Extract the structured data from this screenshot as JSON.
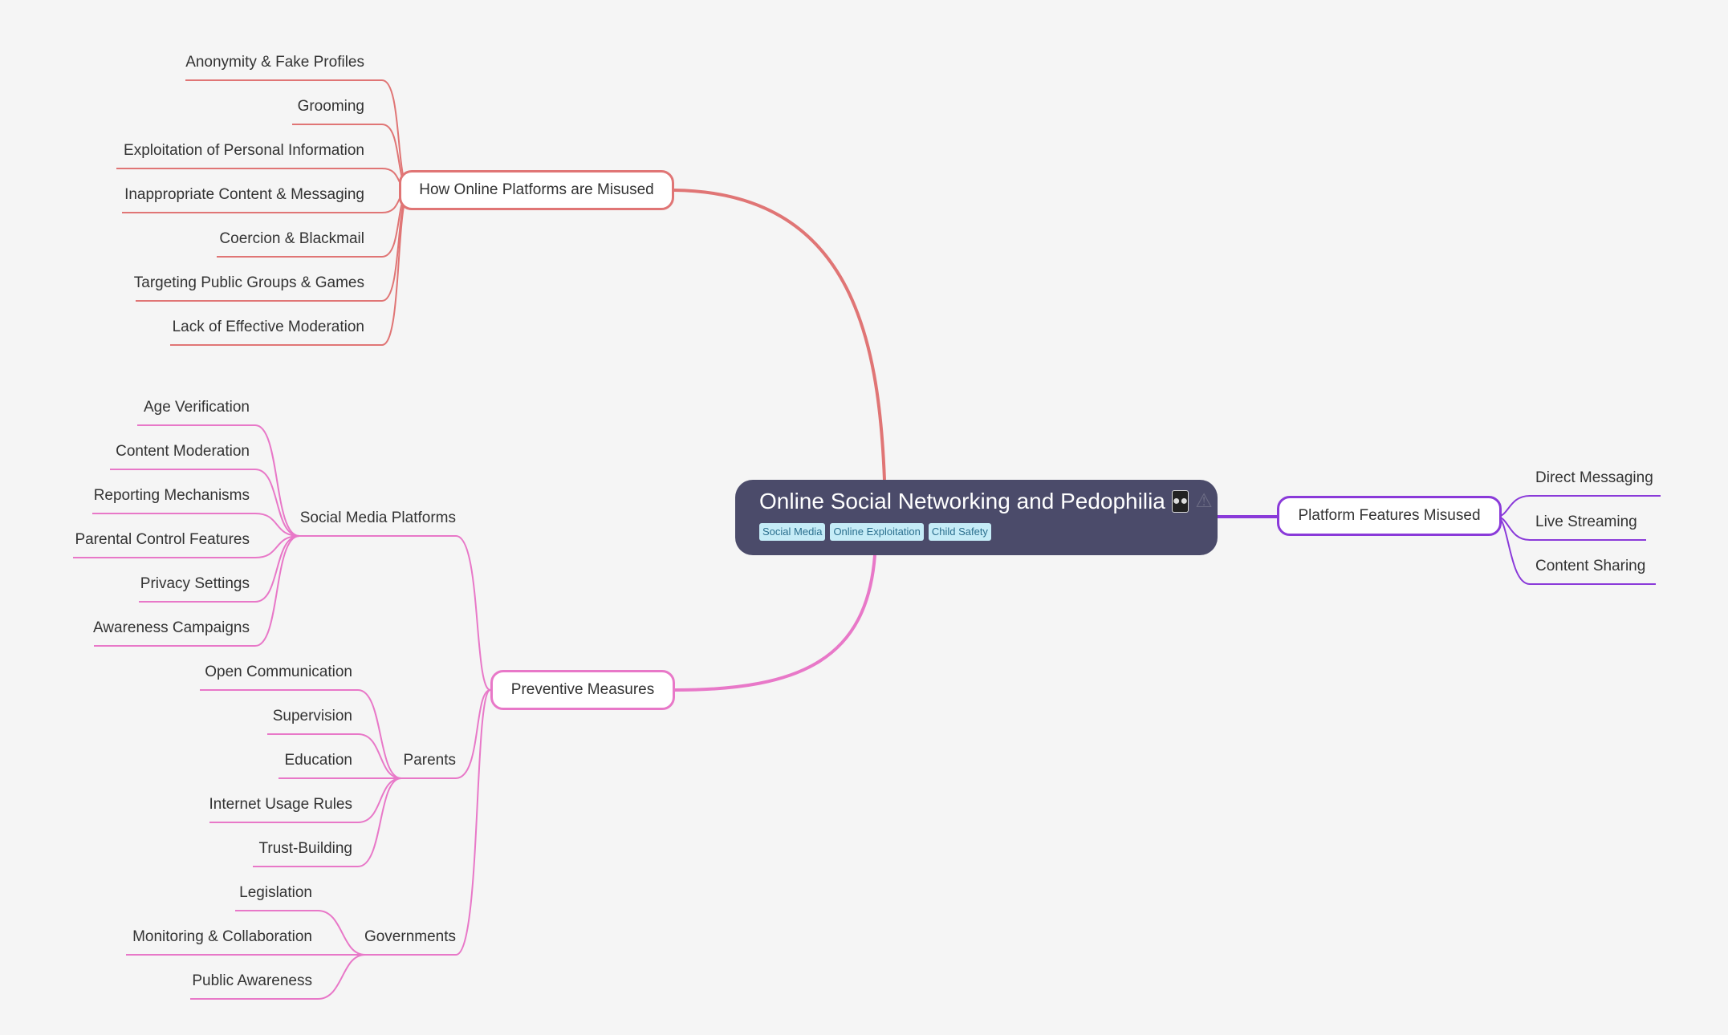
{
  "central": {
    "title": "Online Social Networking and Pedophilia",
    "icons": [
      "family-emoji-icon",
      "warning-emoji-icon"
    ],
    "tags": [
      "Social Media",
      "Online Exploitation",
      "Child Safety"
    ]
  },
  "colors": {
    "misuse": "#e07575",
    "preventive": "#e878c8",
    "features": "#8a3ad9",
    "central_bg": "#4b4b6a",
    "tag_bg": "#c5ecf7"
  },
  "misuse": {
    "label": "How Online Platforms are Misused",
    "items": [
      "Anonymity & Fake Profiles",
      "Grooming",
      "Exploitation of Personal Information",
      "Inappropriate Content & Messaging",
      "Coercion & Blackmail",
      "Targeting Public Groups & Games",
      "Lack of Effective Moderation"
    ]
  },
  "preventive": {
    "label": "Preventive Measures",
    "social": {
      "label": "Social Media Platforms",
      "items": [
        "Age Verification",
        "Content Moderation",
        "Reporting Mechanisms",
        "Parental Control Features",
        "Privacy Settings",
        "Awareness Campaigns"
      ]
    },
    "parents": {
      "label": "Parents",
      "items": [
        "Open Communication",
        "Supervision",
        "Education",
        "Internet Usage Rules",
        "Trust-Building"
      ]
    },
    "governments": {
      "label": "Governments",
      "items": [
        "Legislation",
        "Monitoring & Collaboration",
        "Public Awareness"
      ]
    }
  },
  "features": {
    "label": "Platform Features Misused",
    "items": [
      "Direct Messaging",
      "Live Streaming",
      "Content Sharing"
    ]
  }
}
